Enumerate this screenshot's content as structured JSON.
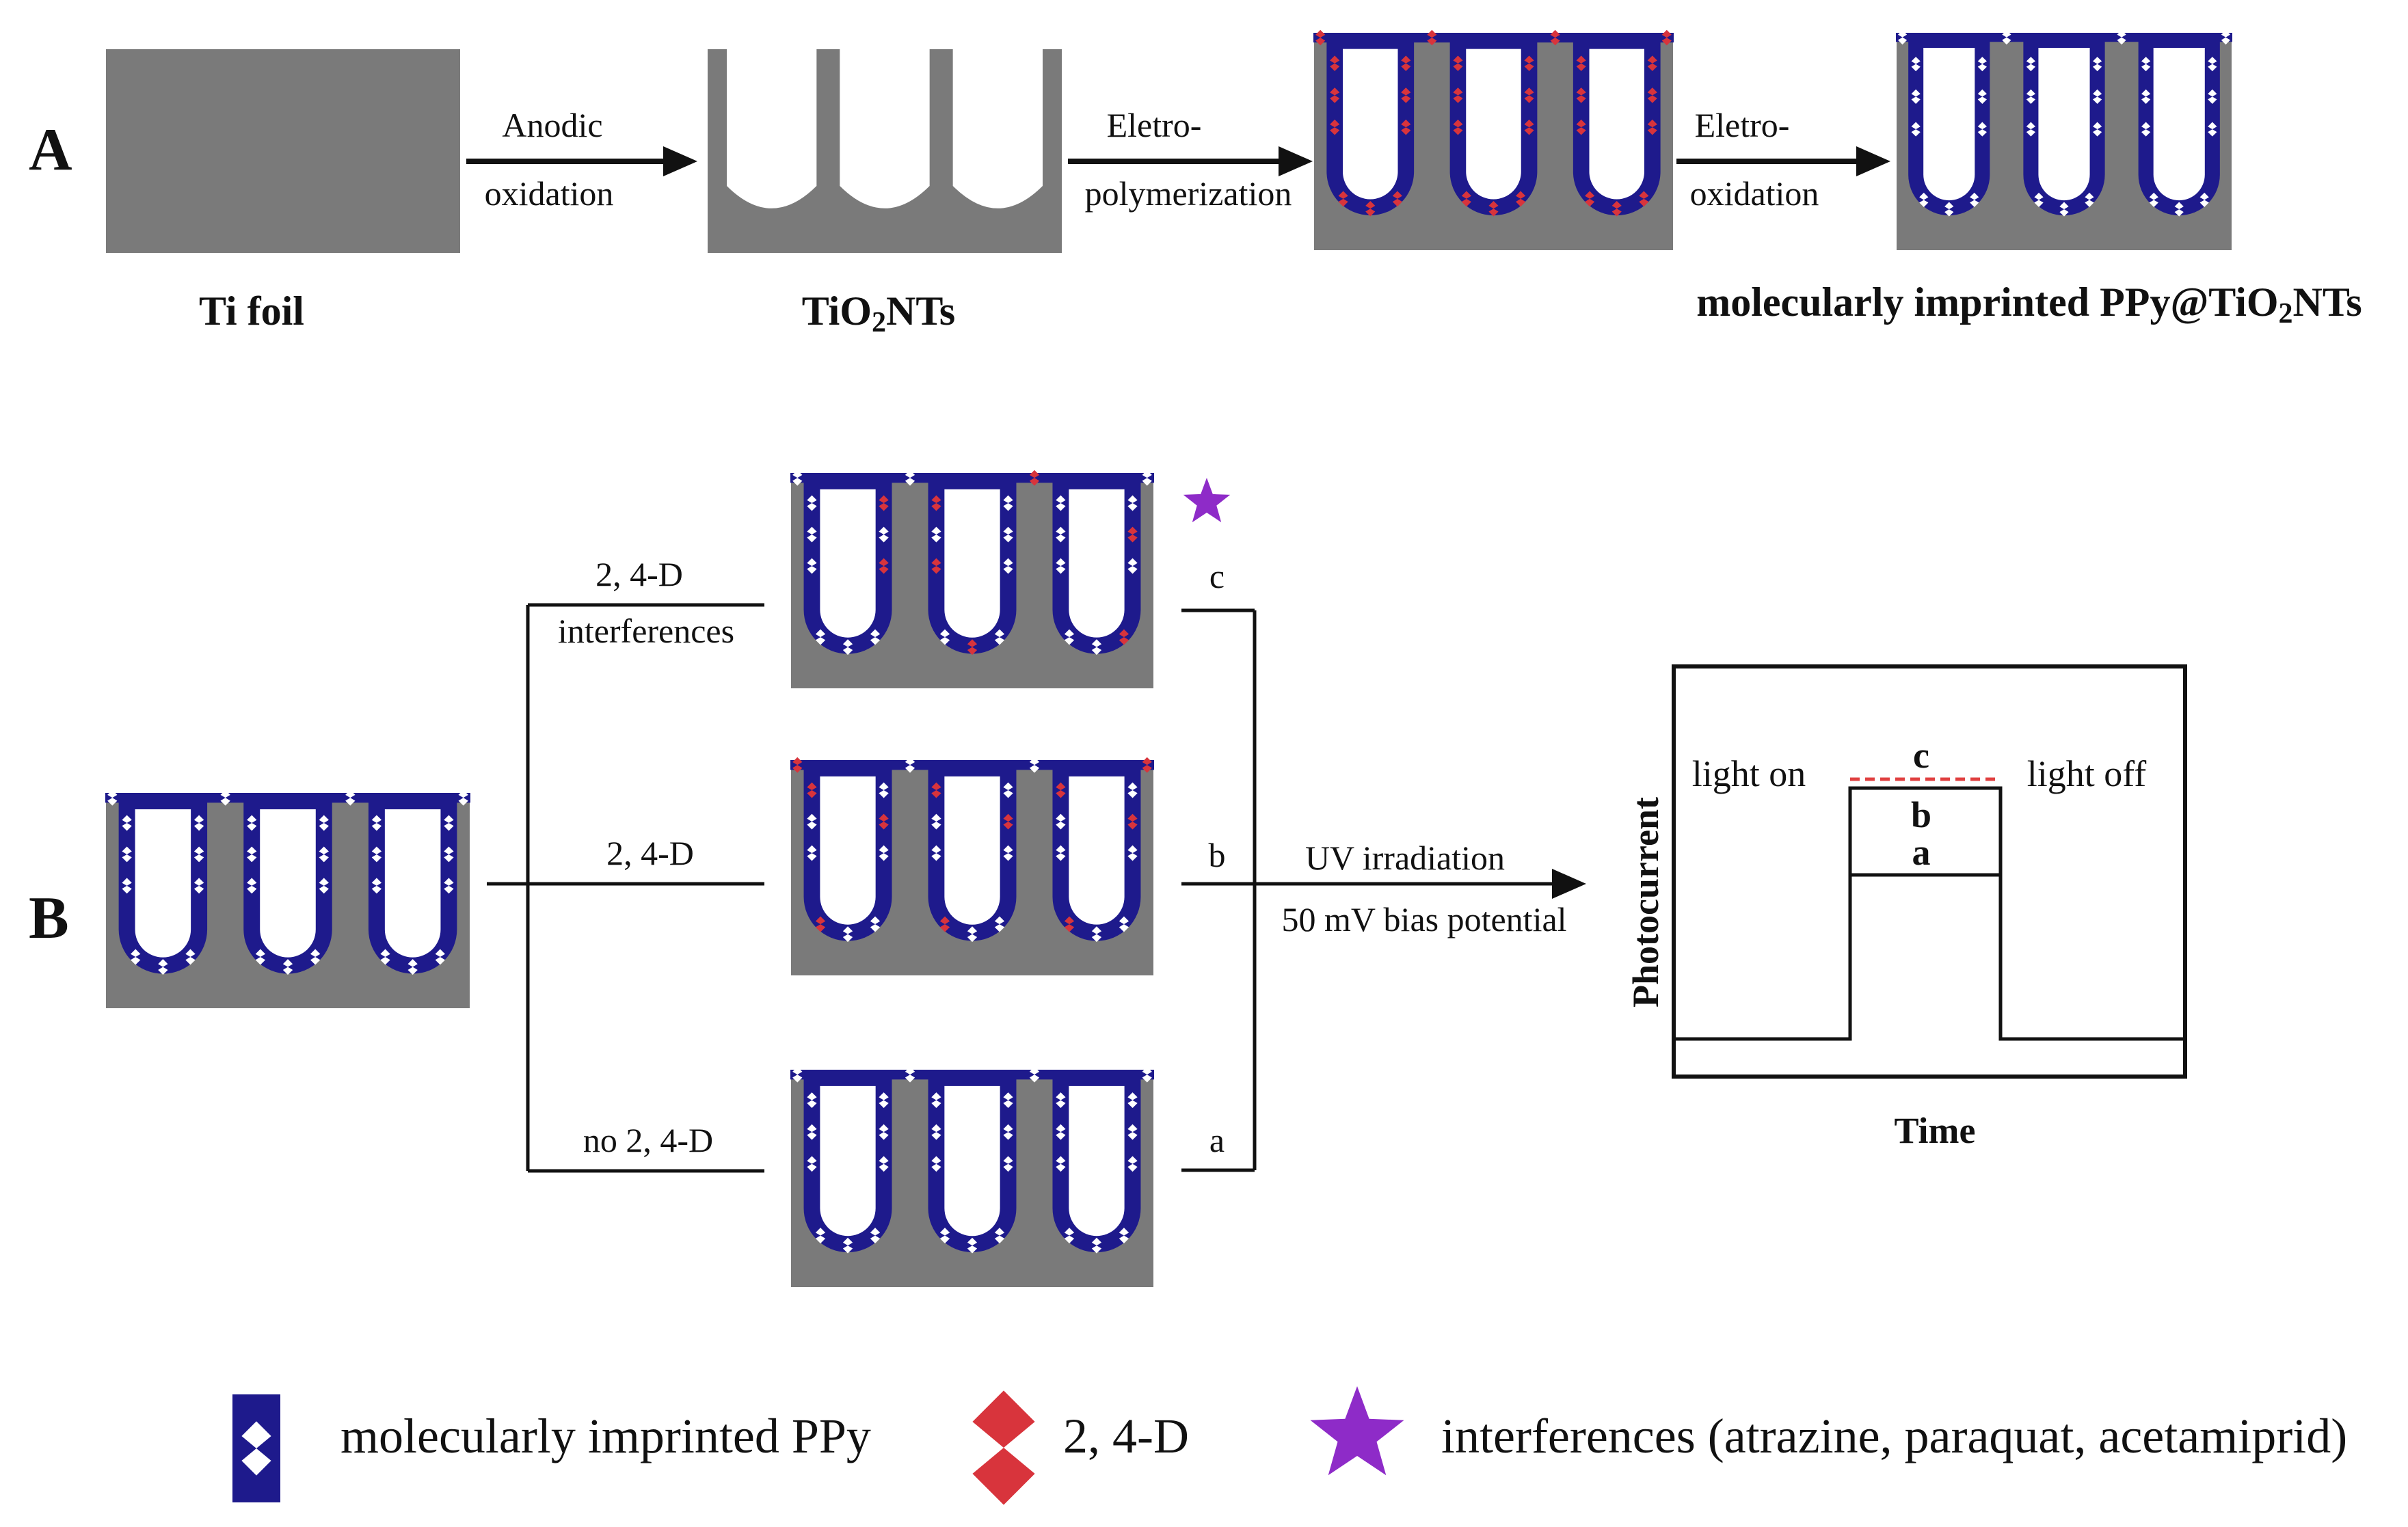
{
  "panel_a": {
    "letter": "A",
    "steps": [
      {
        "line1": "Anodic",
        "line2": "oxidation"
      },
      {
        "line1": "Eletro-",
        "line2": "polymerization"
      },
      {
        "line1": "Eletro-",
        "line2": "oxidation"
      }
    ],
    "captions": {
      "ti_foil": "Ti foil",
      "tio2nts_main": "TiO",
      "tio2nts_sub": "2",
      "tio2nts_tail": "NTs",
      "product_main": "molecularly imprinted PPy@TiO",
      "product_sub": "2",
      "product_tail": "NTs"
    }
  },
  "panel_b": {
    "letter": "B",
    "branches": [
      {
        "line1": "2, 4-D",
        "line2": "interferences",
        "tag": "c"
      },
      {
        "line1": "2, 4-D",
        "tag": "b"
      },
      {
        "line1": "no 2, 4-D",
        "tag": "a"
      }
    ],
    "conditions": {
      "line1": "UV irradiation",
      "line2": "50 mV bias potential"
    },
    "plot": {
      "ylabel": "Photocurrent",
      "xlabel": "Time",
      "light_on": "light on",
      "light_off": "light off",
      "levels": [
        "c",
        "b",
        "a"
      ]
    }
  },
  "legend": [
    {
      "icon": "imprinted-ppy-icon",
      "label": "molecularly imprinted PPy"
    },
    {
      "icon": "2-4-d-molecule-icon",
      "label": "2, 4-D"
    },
    {
      "icon": "interference-star-icon",
      "label": "interferences (atrazine, paraquat, acetamiprid)"
    }
  ],
  "colors": {
    "tio2": "#7a7a7a",
    "ppy": "#1e1a8c",
    "cavity": "#ffffff",
    "template": "#d8343c",
    "interference": "#8e2bc8",
    "line": "#111111",
    "dashed_c": "#e04040"
  }
}
